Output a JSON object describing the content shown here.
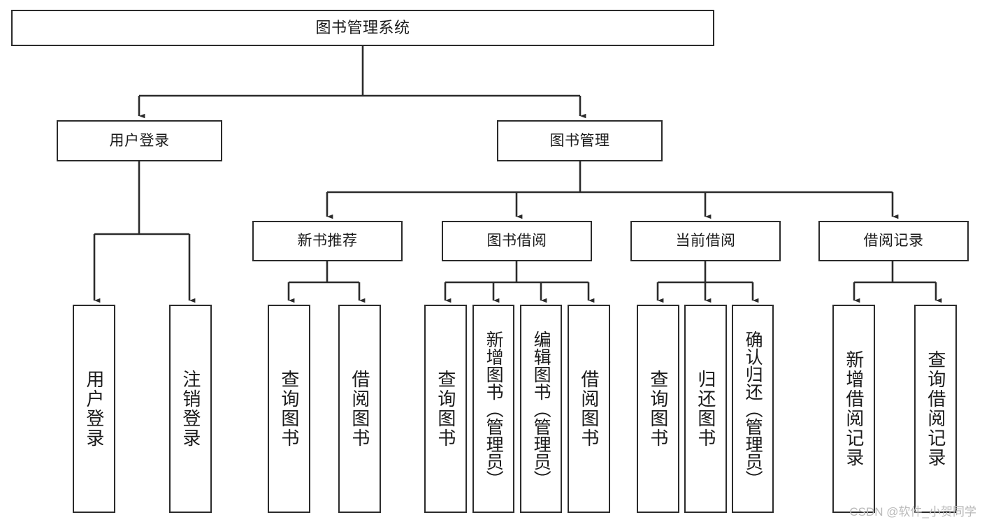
{
  "diagram": {
    "type": "tree",
    "title": "图书管理系统",
    "root": {
      "id": "root",
      "label": "图书管理系统"
    },
    "level1": [
      {
        "id": "user-login",
        "label": "用户登录"
      },
      {
        "id": "book-management",
        "label": "图书管理"
      }
    ],
    "level2": [
      {
        "id": "new-book-recommend",
        "label": "新书推荐",
        "parent": "book-management"
      },
      {
        "id": "book-borrow",
        "label": "图书借阅",
        "parent": "book-management"
      },
      {
        "id": "current-borrow",
        "label": "当前借阅",
        "parent": "book-management"
      },
      {
        "id": "borrow-record",
        "label": "借阅记录",
        "parent": "book-management"
      }
    ],
    "leaves": {
      "user_login": [
        {
          "id": "leaf-user-login",
          "label": "用户登录"
        },
        {
          "id": "leaf-user-logout",
          "label": "注销登录"
        }
      ],
      "new_book_recommend": [
        {
          "id": "leaf-query-book-1",
          "label": "查询图书"
        },
        {
          "id": "leaf-borrow-book-1",
          "label": "借阅图书"
        }
      ],
      "book_borrow": [
        {
          "id": "leaf-query-book-2",
          "label": "查询图书"
        },
        {
          "id": "leaf-add-book",
          "label": "新增图书（管理员）"
        },
        {
          "id": "leaf-edit-book",
          "label": "编辑图书（管理员）"
        },
        {
          "id": "leaf-borrow-book-2",
          "label": "借阅图书"
        }
      ],
      "current_borrow": [
        {
          "id": "leaf-query-book-3",
          "label": "查询图书"
        },
        {
          "id": "leaf-return-book",
          "label": "归还图书"
        },
        {
          "id": "leaf-confirm-return",
          "label": "确认归还（管理员）"
        }
      ],
      "borrow_record": [
        {
          "id": "leaf-add-record",
          "label": "新增借阅记录"
        },
        {
          "id": "leaf-query-record",
          "label": "查询借阅记录"
        }
      ]
    }
  },
  "watermark": {
    "text": "CSDN @软件_小贺同学"
  },
  "colors": {
    "stroke": "#2b2b2b",
    "box_fill": "#ffffff",
    "text": "#1a1a1a",
    "watermark": "#b9b9b9",
    "background": "#ffffff"
  }
}
